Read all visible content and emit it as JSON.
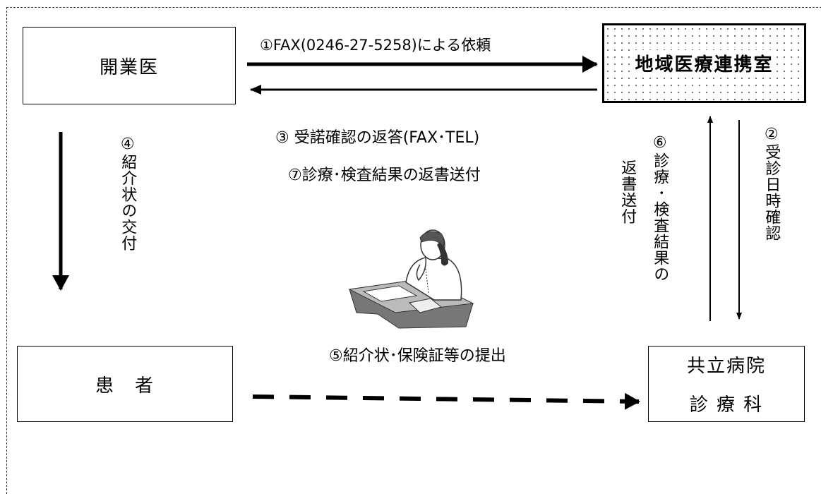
{
  "boxes": {
    "clinic": "開業医",
    "liaison": "地域医療連携室",
    "patient": "患　者",
    "hospital_line1": "共立病院",
    "hospital_line2": "診 療 科"
  },
  "labels": {
    "step1": "①FAX(0246-27-5258)による依頼",
    "step3": "③ 受諾確認の返答(FAX･TEL)",
    "step7": "⑦診療･検査結果の返書送付",
    "step4": "④紹介状の交付",
    "step2": "②受診日時確認",
    "step6_col1": "⑥診療･検査結果の",
    "step6_col2": "返書送付",
    "step5": "⑤紹介状･保険証等の提出"
  },
  "icons": {
    "illustration": "person-on-telephone-icon"
  }
}
